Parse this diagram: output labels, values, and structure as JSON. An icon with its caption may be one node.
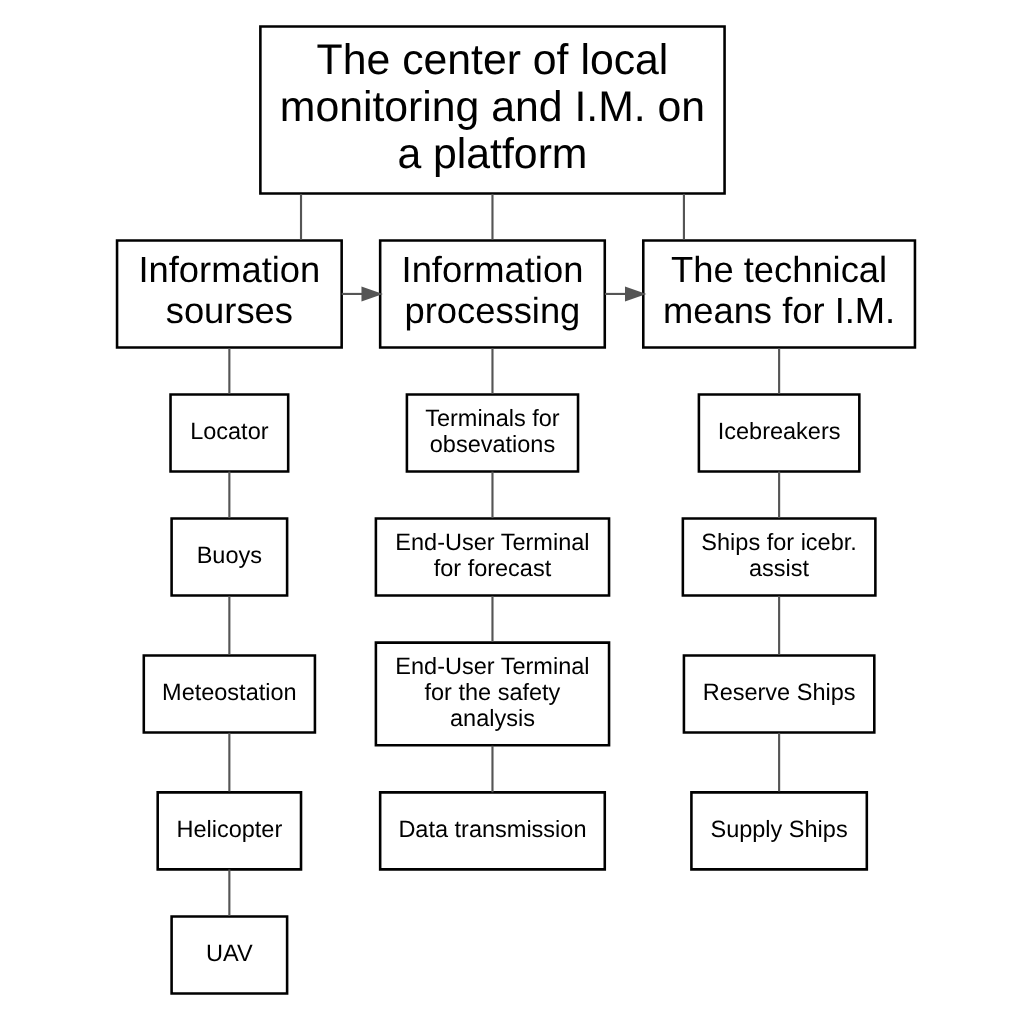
{
  "diagram": {
    "nodes": [
      {
        "text": [
          "The center of local monitoring and I.M. on a platform"
        ]
      },
      {
        "text": [
          "Information sourses"
        ]
      },
      {
        "text": [
          "Information processing"
        ]
      },
      {
        "text": [
          "The technical means for I.M."
        ]
      },
      {
        "text": [
          "Locator"
        ]
      },
      {
        "text": [
          "Buoys"
        ]
      },
      {
        "text": [
          "Meteostation"
        ]
      },
      {
        "text": [
          "Helicopter"
        ]
      },
      {
        "text": [
          "UAV"
        ]
      },
      {
        "text": [
          "Terminals for obsevations"
        ]
      },
      {
        "text": [
          "End-User Terminal for forecast"
        ]
      },
      {
        "text": [
          "End-User Terminal for the safety analysis"
        ]
      },
      {
        "text": [
          "Data transmission"
        ]
      },
      {
        "text": [
          "Icebreakers"
        ]
      },
      {
        "text": [
          "Ships for icebr. assist"
        ]
      },
      {
        "text": [
          "Reserve Ships"
        ]
      },
      {
        "text": [
          "Supply Ships"
        ]
      }
    ],
    "edges": [
      {
        "from": 0,
        "to": 1,
        "arrow": "none"
      },
      {
        "from": 0,
        "to": 2,
        "arrow": "none"
      },
      {
        "from": 0,
        "to": 3,
        "arrow": "none"
      },
      {
        "from": 1,
        "to": 2,
        "arrow": "to"
      },
      {
        "from": 2,
        "to": 3,
        "arrow": "to"
      },
      {
        "from": 1,
        "to": 4,
        "arrow": "none"
      },
      {
        "from": 4,
        "to": 5,
        "arrow": "none"
      },
      {
        "from": 5,
        "to": 6,
        "arrow": "none"
      },
      {
        "from": 6,
        "to": 7,
        "arrow": "none"
      },
      {
        "from": 7,
        "to": 8,
        "arrow": "none"
      },
      {
        "from": 2,
        "to": 9,
        "arrow": "none"
      },
      {
        "from": 9,
        "to": 10,
        "arrow": "none"
      },
      {
        "from": 10,
        "to": 11,
        "arrow": "none"
      },
      {
        "from": 11,
        "to": 12,
        "arrow": "none"
      },
      {
        "from": 3,
        "to": 13,
        "arrow": "none"
      },
      {
        "from": 13,
        "to": 14,
        "arrow": "none"
      },
      {
        "from": 14,
        "to": 15,
        "arrow": "none"
      },
      {
        "from": 15,
        "to": 16,
        "arrow": "none"
      }
    ]
  }
}
